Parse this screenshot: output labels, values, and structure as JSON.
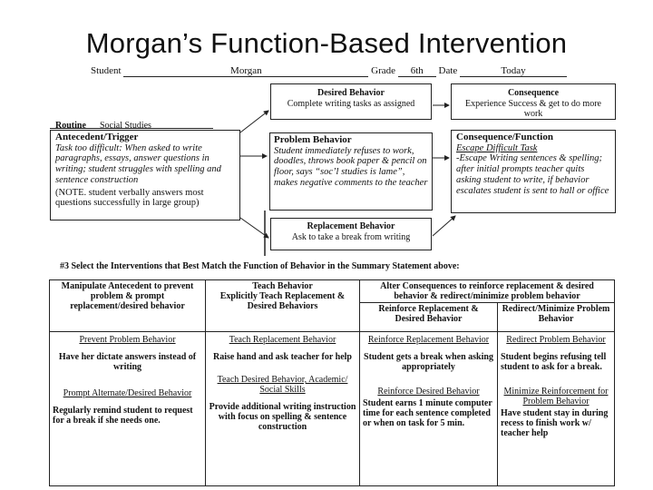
{
  "title": "Morgan’s Function-Based Intervention",
  "header": {
    "student_label": "Student",
    "student_value": "Morgan",
    "grade_label": "Grade",
    "grade_value": "6th",
    "date_label": "Date",
    "date_value": "Today"
  },
  "routine": {
    "label": "Routine",
    "value": "Social Studies"
  },
  "antecedent": {
    "heading": "Antecedent/Trigger",
    "body": "Task too difficult: When asked to write paragraphs, essays, answer questions in writing; student struggles with spelling and sentence construction",
    "note": "(NOTE. student verbally answers most questions successfully in large group)"
  },
  "problem_behavior": {
    "heading": "Problem Behavior",
    "body": "Student immediately refuses to work, doodles, throws book paper & pencil on floor, says “soc’l studies is lame”, makes negative comments to the teacher"
  },
  "consequence_function": {
    "heading": "Consequence/Function",
    "subheading": "Escape Difficult Task",
    "body": "-Escape Writing sentences & spelling; after initial prompts teacher quits asking student to write, if behavior escalates student is sent to hall or office"
  },
  "desired_behavior": {
    "heading": "Desired Behavior",
    "body": "Complete writing tasks as assigned"
  },
  "consequence": {
    "heading": "Consequence",
    "body": "Experience Success & get to do more work"
  },
  "replacement": {
    "heading": "Replacement Behavior",
    "body": "Ask to take a break from writing"
  },
  "step3": "#3 Select the Interventions that Best Match the Function of Behavior in the Summary Statement above:",
  "table": {
    "col1_header": "Manipulate Antecedent to prevent problem & prompt replacement/desired behavior",
    "col2_header_a": "Teach Behavior",
    "col2_header_b": "Explicitly Teach Replacement & Desired Behaviors",
    "col34_header": "Alter Consequences to reinforce replacement & desired behavior & redirect/minimize problem behavior",
    "col3_sub": "Reinforce Replacement & Desired Behavior",
    "col4_sub": "Redirect/Minimize Problem Behavior",
    "col1": {
      "h1": "Prevent Problem Behavior",
      "t1": "Have her dictate answers instead of writing",
      "h2": "Prompt Alternate/Desired Behavior",
      "t2": "Regularly remind student to request for a break if she needs one."
    },
    "col2": {
      "h1": "Teach Replacement Behavior",
      "t1": "Raise hand and ask teacher for help",
      "h2": "Teach Desired Behavior, Academic/ Social Skills",
      "t2": "Provide additional writing instruction with focus on spelling & sentence construction"
    },
    "col3": {
      "h1": "Reinforce Replacement Behavior",
      "t1": "Student gets a break when asking appropriately",
      "h2": "Reinforce Desired Behavior",
      "t2": "Student earns 1 minute computer time for each sentence completed or when on task for 5 min."
    },
    "col4": {
      "h1": "Redirect Problem Behavior",
      "t1": "Student begins refusing tell student to ask for a break.",
      "h2": "Minimize Reinforcement for Problem Behavior",
      "t2": "Have student stay in during recess to finish work w/ teacher help"
    }
  },
  "colors": {
    "ink": "#111111",
    "background": "#ffffff",
    "line": "#222222"
  }
}
